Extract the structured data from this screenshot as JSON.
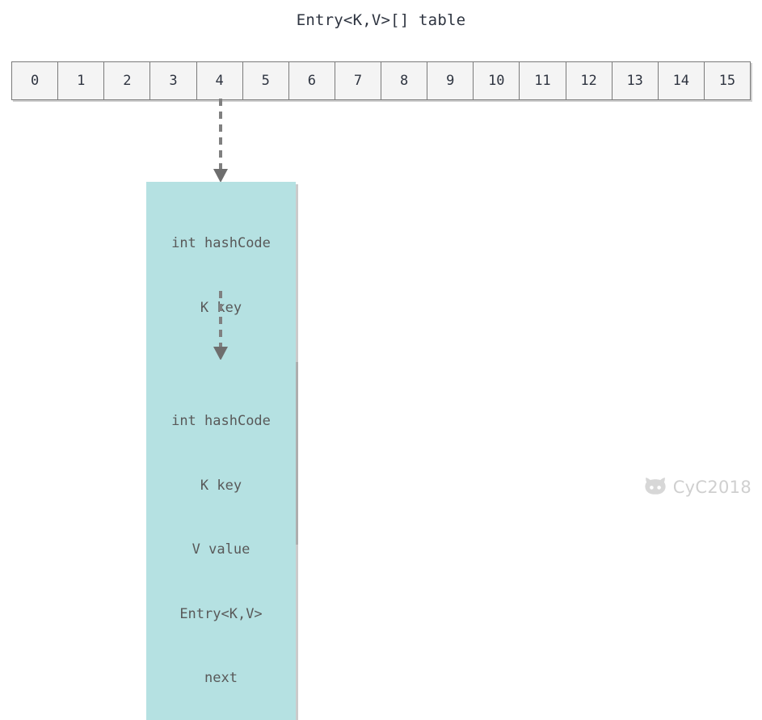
{
  "title": "Entry<K,V>[] table",
  "bucket_array": {
    "name": "table",
    "indices": [
      "0",
      "1",
      "2",
      "3",
      "4",
      "5",
      "6",
      "7",
      "8",
      "9",
      "10",
      "11",
      "12",
      "13",
      "14",
      "15"
    ],
    "cell_fill": "#f4f4f4",
    "cell_border": "#7a7a7a",
    "text_color": "#2e3440"
  },
  "entries": [
    {
      "id": "entry-node-1",
      "fields": [
        "int hashCode",
        "K key",
        "V value",
        "Entry<K,V>",
        "next"
      ],
      "fill": "#b5e1e2",
      "text_color": "#595959"
    },
    {
      "id": "entry-node-2",
      "fields": [
        "int hashCode",
        "K key",
        "V value",
        "Entry<K,V>",
        "next"
      ],
      "fill": "#b5e1e2",
      "text_color": "#595959"
    }
  ],
  "arrows": [
    {
      "id": "arrow-bucket-to-node1",
      "from": "bucket-cell-4",
      "to": "entry-node-1",
      "style": "dashed",
      "color": "#808080"
    },
    {
      "id": "arrow-node1-to-node2",
      "from": "entry-node-1-next",
      "to": "entry-node-2",
      "style": "dashed",
      "color": "#808080"
    }
  ],
  "watermark": {
    "label": "CyC2018",
    "icon": "octocat-icon",
    "color": "#bdbdbd"
  }
}
